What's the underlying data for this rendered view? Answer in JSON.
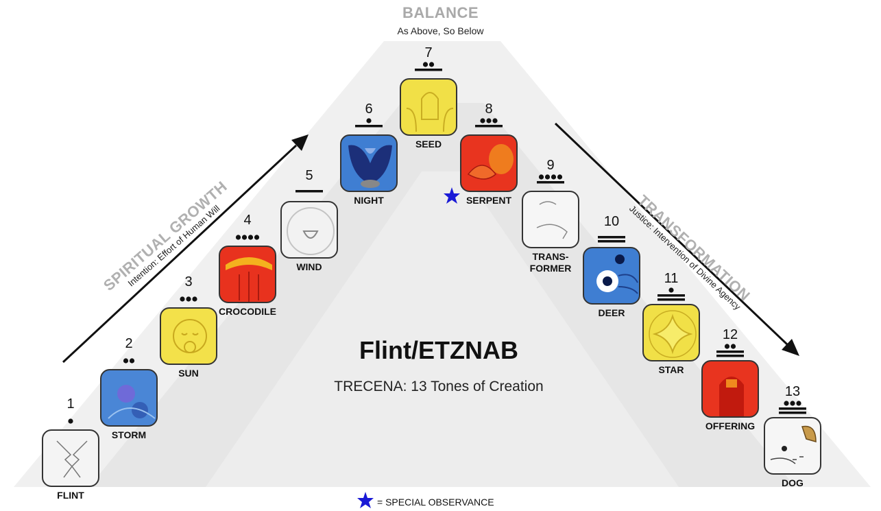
{
  "header": {
    "title": "BALANCE",
    "subtitle": "As Above, So Below"
  },
  "left_side": {
    "title": "SPIRITUAL GROWTH",
    "subtitle": "Intention: Effort of Human Will"
  },
  "right_side": {
    "title": "TRANSFORMATION",
    "subtitle": "Justice: Intervention of Divine Agency"
  },
  "center": {
    "title": "Flint/ETZNAB",
    "subtitle": "TRECENA: 13 Tones of Creation"
  },
  "legend": {
    "text": "= SPECIAL OBSERVANCE",
    "star_color": "#1a1ad6"
  },
  "colors": {
    "arrow": "#111111",
    "pyramid": "#ececec",
    "special_star": "#1a1ad6"
  },
  "days": [
    {
      "number": "1",
      "dots": 1,
      "bars": 0,
      "name": "FLINT",
      "tile": "#f4f4f4",
      "accent": "#bdbdbd"
    },
    {
      "number": "2",
      "dots": 2,
      "bars": 0,
      "name": "STORM",
      "tile": "#4a86d6",
      "accent": "#2b4fa8"
    },
    {
      "number": "3",
      "dots": 3,
      "bars": 0,
      "name": "SUN",
      "tile": "#f3e14a",
      "accent": "#c8a81e"
    },
    {
      "number": "4",
      "dots": 4,
      "bars": 0,
      "name": "CROCODILE",
      "tile": "#e8321e",
      "accent": "#f4b21e"
    },
    {
      "number": "5",
      "dots": 0,
      "bars": 1,
      "name": "WIND",
      "tile": "#f2f2f2",
      "accent": "#c4c4c4"
    },
    {
      "number": "6",
      "dots": 1,
      "bars": 1,
      "name": "NIGHT",
      "tile": "#3f7ed2",
      "accent": "#1d3f8a"
    },
    {
      "number": "7",
      "dots": 2,
      "bars": 1,
      "name": "SEED",
      "tile": "#f1e047",
      "accent": "#c9ad22"
    },
    {
      "number": "8",
      "dots": 3,
      "bars": 1,
      "name": "SERPENT",
      "tile": "#e8341f",
      "accent": "#f08a1e",
      "special": true
    },
    {
      "number": "9",
      "dots": 4,
      "bars": 1,
      "name": "TRANS-\nFORMER",
      "tile": "#f6f6f6",
      "accent": "#c8c8c8"
    },
    {
      "number": "10",
      "dots": 0,
      "bars": 2,
      "name": "DEER",
      "tile": "#3f7ed2",
      "accent": "#1d3f8a"
    },
    {
      "number": "11",
      "dots": 1,
      "bars": 2,
      "name": "STAR",
      "tile": "#f1e047",
      "accent": "#c9ad22"
    },
    {
      "number": "12",
      "dots": 2,
      "bars": 2,
      "name": "OFFERING",
      "tile": "#e8341f",
      "accent": "#f08a1e"
    },
    {
      "number": "13",
      "dots": 3,
      "bars": 2,
      "name": "DOG",
      "tile": "#f6f6f6",
      "accent": "#c8c8c8"
    }
  ]
}
